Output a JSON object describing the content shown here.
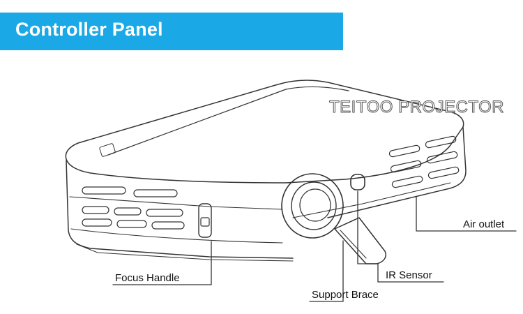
{
  "header": {
    "title": "Controller Panel",
    "band_color": "#1aa9e6"
  },
  "watermark": "TEITOO PROJECTOR",
  "callouts": {
    "air_outlet": "Air outlet",
    "focus_handle": "Focus Handle",
    "ir_sensor": "IR Sensor",
    "support_brace": "Support Brace"
  }
}
